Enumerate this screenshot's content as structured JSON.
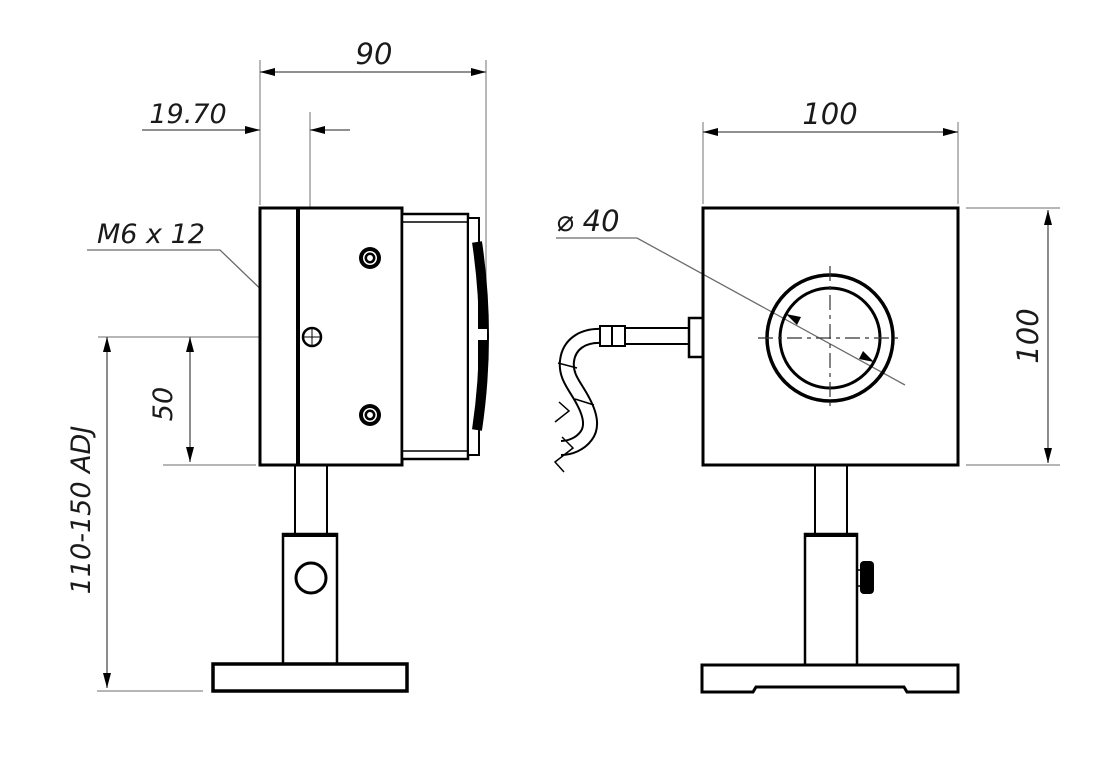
{
  "drawing": {
    "kind": "technical dimension drawing, sensor head on adjustable post, two orthographic views"
  },
  "dimensions": {
    "side_width": "90",
    "hole_offset": "19.70",
    "thread_callout": "M6 x 12",
    "hole_to_base": "50",
    "height_adjust": "110-150 ADJ",
    "front_width": "100",
    "front_height": "100",
    "aperture": "⌀ 40"
  },
  "colors": {
    "background": "#ffffff",
    "outline": "#000000",
    "dimension_line": "#4d4d4d",
    "extension_line": "#8a8a8a",
    "leader_line": "#6b6b6b",
    "text": "#1a1a1a"
  }
}
